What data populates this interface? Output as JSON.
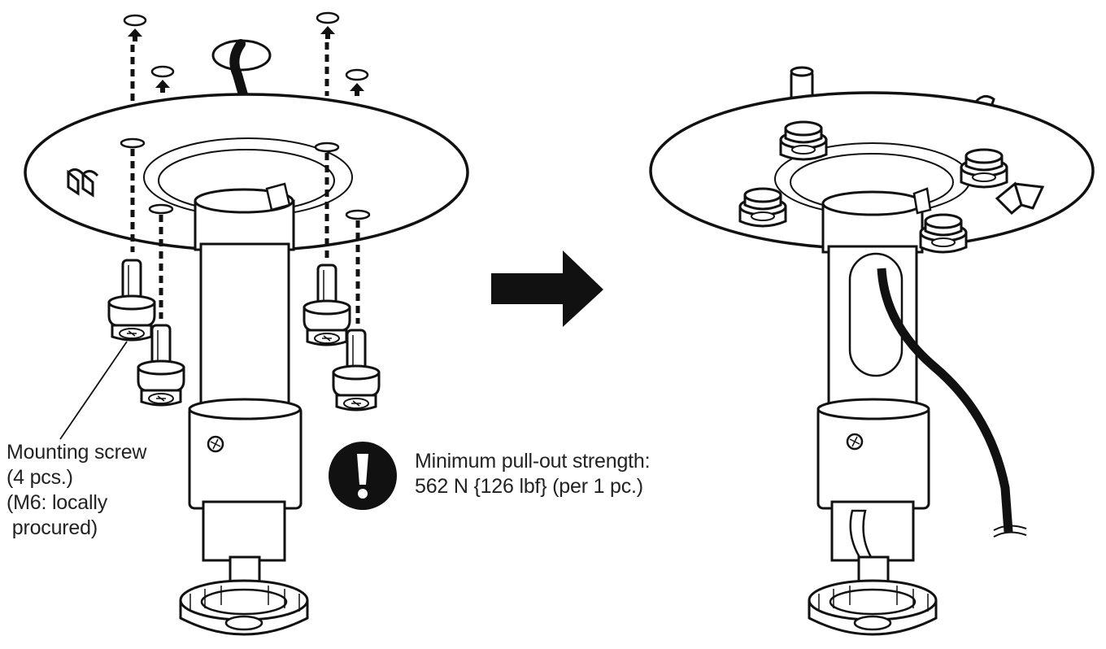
{
  "colors": {
    "ink": "#111111",
    "paper": "#ffffff",
    "text": "#222222"
  },
  "icons": {
    "warning": "exclamation-circle-icon",
    "arrow": "right-arrow-icon"
  },
  "callouts": {
    "mounting_screw": {
      "line1": "Mounting screw",
      "line2": "(4 pcs.)",
      "line3": "(M6: locally",
      "line4": " procured)"
    },
    "pullout_warning": {
      "line1": "Minimum pull-out strength:",
      "line2": "562 N {126 lbf} (per 1 pc.)"
    }
  }
}
